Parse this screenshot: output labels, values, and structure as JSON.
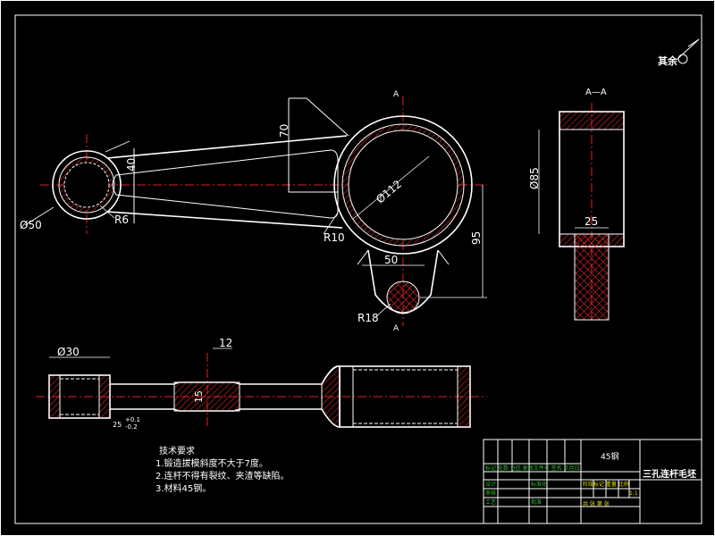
{
  "corner_note": "其余",
  "section_label": "A—A",
  "cut_label_top": "A",
  "cut_label_bottom": "A",
  "dims": {
    "d50": "Ø50",
    "r6": "R6",
    "d40": "40",
    "d70": "70",
    "d112": "Ø112",
    "r10": "R10",
    "d50b": "50",
    "d95": "95",
    "r18": "R18",
    "d85": "Ø85",
    "d25": "25",
    "d30": "Ø30",
    "d12": "12",
    "d15": "15",
    "tol_a": "25",
    "tol_b": "+0.1",
    "tol_c": "-0.2"
  },
  "notes": {
    "title": "技术要求",
    "line1": "1.锻造拔模斜度不大于7度。",
    "line2": "2.连杆不得有裂纹、夹渣等缺陷。",
    "line3": "3.材料45钢。"
  },
  "title_block": {
    "material": "45钢",
    "part_name": "三孔连杆毛坯",
    "row_a": "标记 处数 分区 更改文件号 签名 年月日",
    "designer": "设计",
    "standard": "标准化",
    "review": "审核",
    "process": "工艺",
    "approve": "批准",
    "stage": "阶段标记 重量 比例",
    "scale": "1:1",
    "sheet": "共 张 第 张"
  }
}
